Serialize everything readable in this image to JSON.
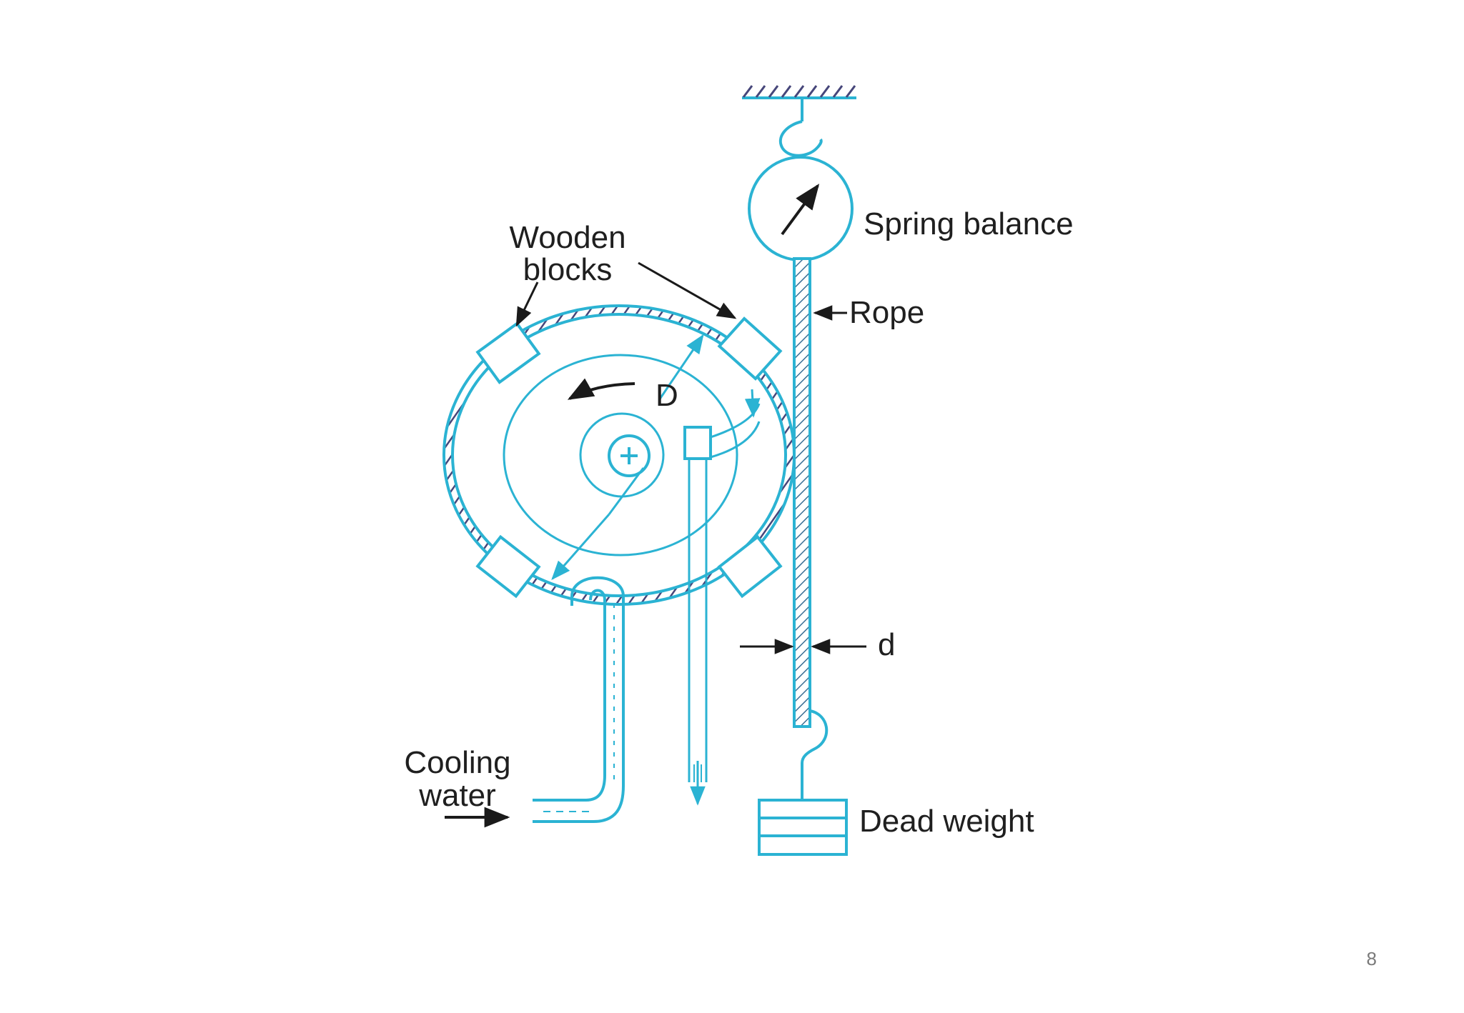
{
  "diagram": {
    "labels": {
      "spring_balance": "Spring balance",
      "wooden_blocks_line1": "Wooden",
      "wooden_blocks_line2": "blocks",
      "rope": "Rope",
      "drum_diameter": "D",
      "rope_diameter": "d",
      "cooling_water_line1": "Cooling",
      "cooling_water_line2": "water",
      "dead_weight": "Dead weight"
    },
    "colors": {
      "diagram_line": "#2bb3d3",
      "label_text": "#1f1f1f",
      "arrow": "#1a1a1a",
      "hatch": "#46467a"
    }
  },
  "footer": {
    "page_number": "8"
  }
}
